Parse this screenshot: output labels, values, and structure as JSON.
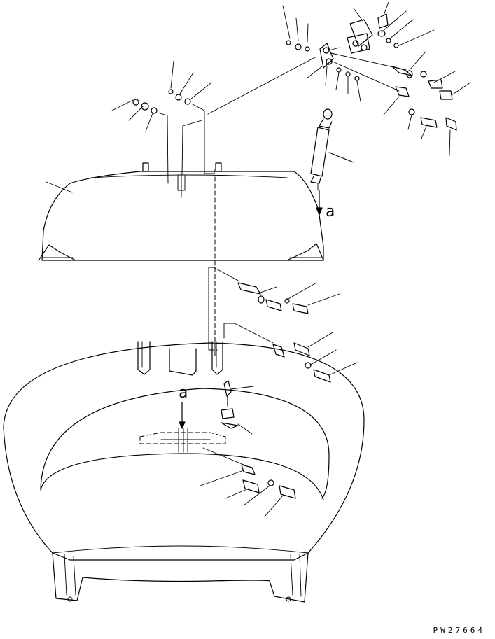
{
  "view_labels": {
    "cylinder_view": "a",
    "tub_view": "a"
  },
  "drawing_code": "PW27664"
}
